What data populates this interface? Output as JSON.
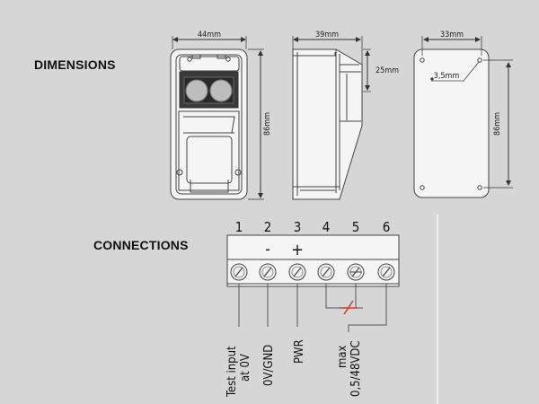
{
  "sections": {
    "dimensions_title": "DIMENSIONS",
    "connections_title": "CONNECTIONS"
  },
  "dimensions": {
    "front_width": "44mm",
    "front_height": "86mm",
    "side_depth": "39mm",
    "side_height": "25mm",
    "back_width": "33mm",
    "back_height": "86mm",
    "hole_diameter": "3,5mm"
  },
  "connections": {
    "terminal_numbers": [
      "1",
      "2",
      "3",
      "4",
      "5",
      "6"
    ],
    "polarity_minus": "-",
    "polarity_plus": "+",
    "labels": {
      "test_line1": "Test input",
      "test_line2": "at 0V",
      "gnd": "0V/GND",
      "pwr": "PWR",
      "relay_line1": "max",
      "relay_line2": "0,5/48VDC"
    }
  },
  "colors": {
    "background": "#d6d6d6",
    "line": "#444444",
    "relay_symbol": "#d43a2a"
  }
}
